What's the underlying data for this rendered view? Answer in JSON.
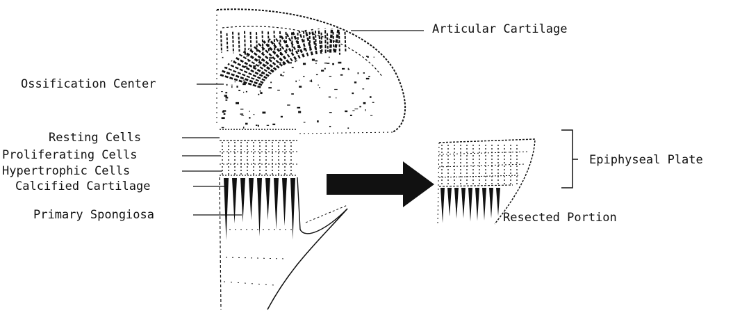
{
  "labels": {
    "articular_cartilage": "Articular Cartilage",
    "ossification_center": "Ossification Center",
    "resting_cells": "Resting Cells",
    "proliferating_cells": "Proliferating Cells",
    "hypertrophic_cells": "Hypertrophic Cells",
    "calcified_cartilage": "Calcified Cartilage",
    "primary_spongiosa": "Primary Spongiosa",
    "epiphyseal_plate": "Epiphyseal Plate",
    "resected_portion": "Resected Portion"
  },
  "colors": {
    "ink": "#111111",
    "background": "#ffffff"
  }
}
